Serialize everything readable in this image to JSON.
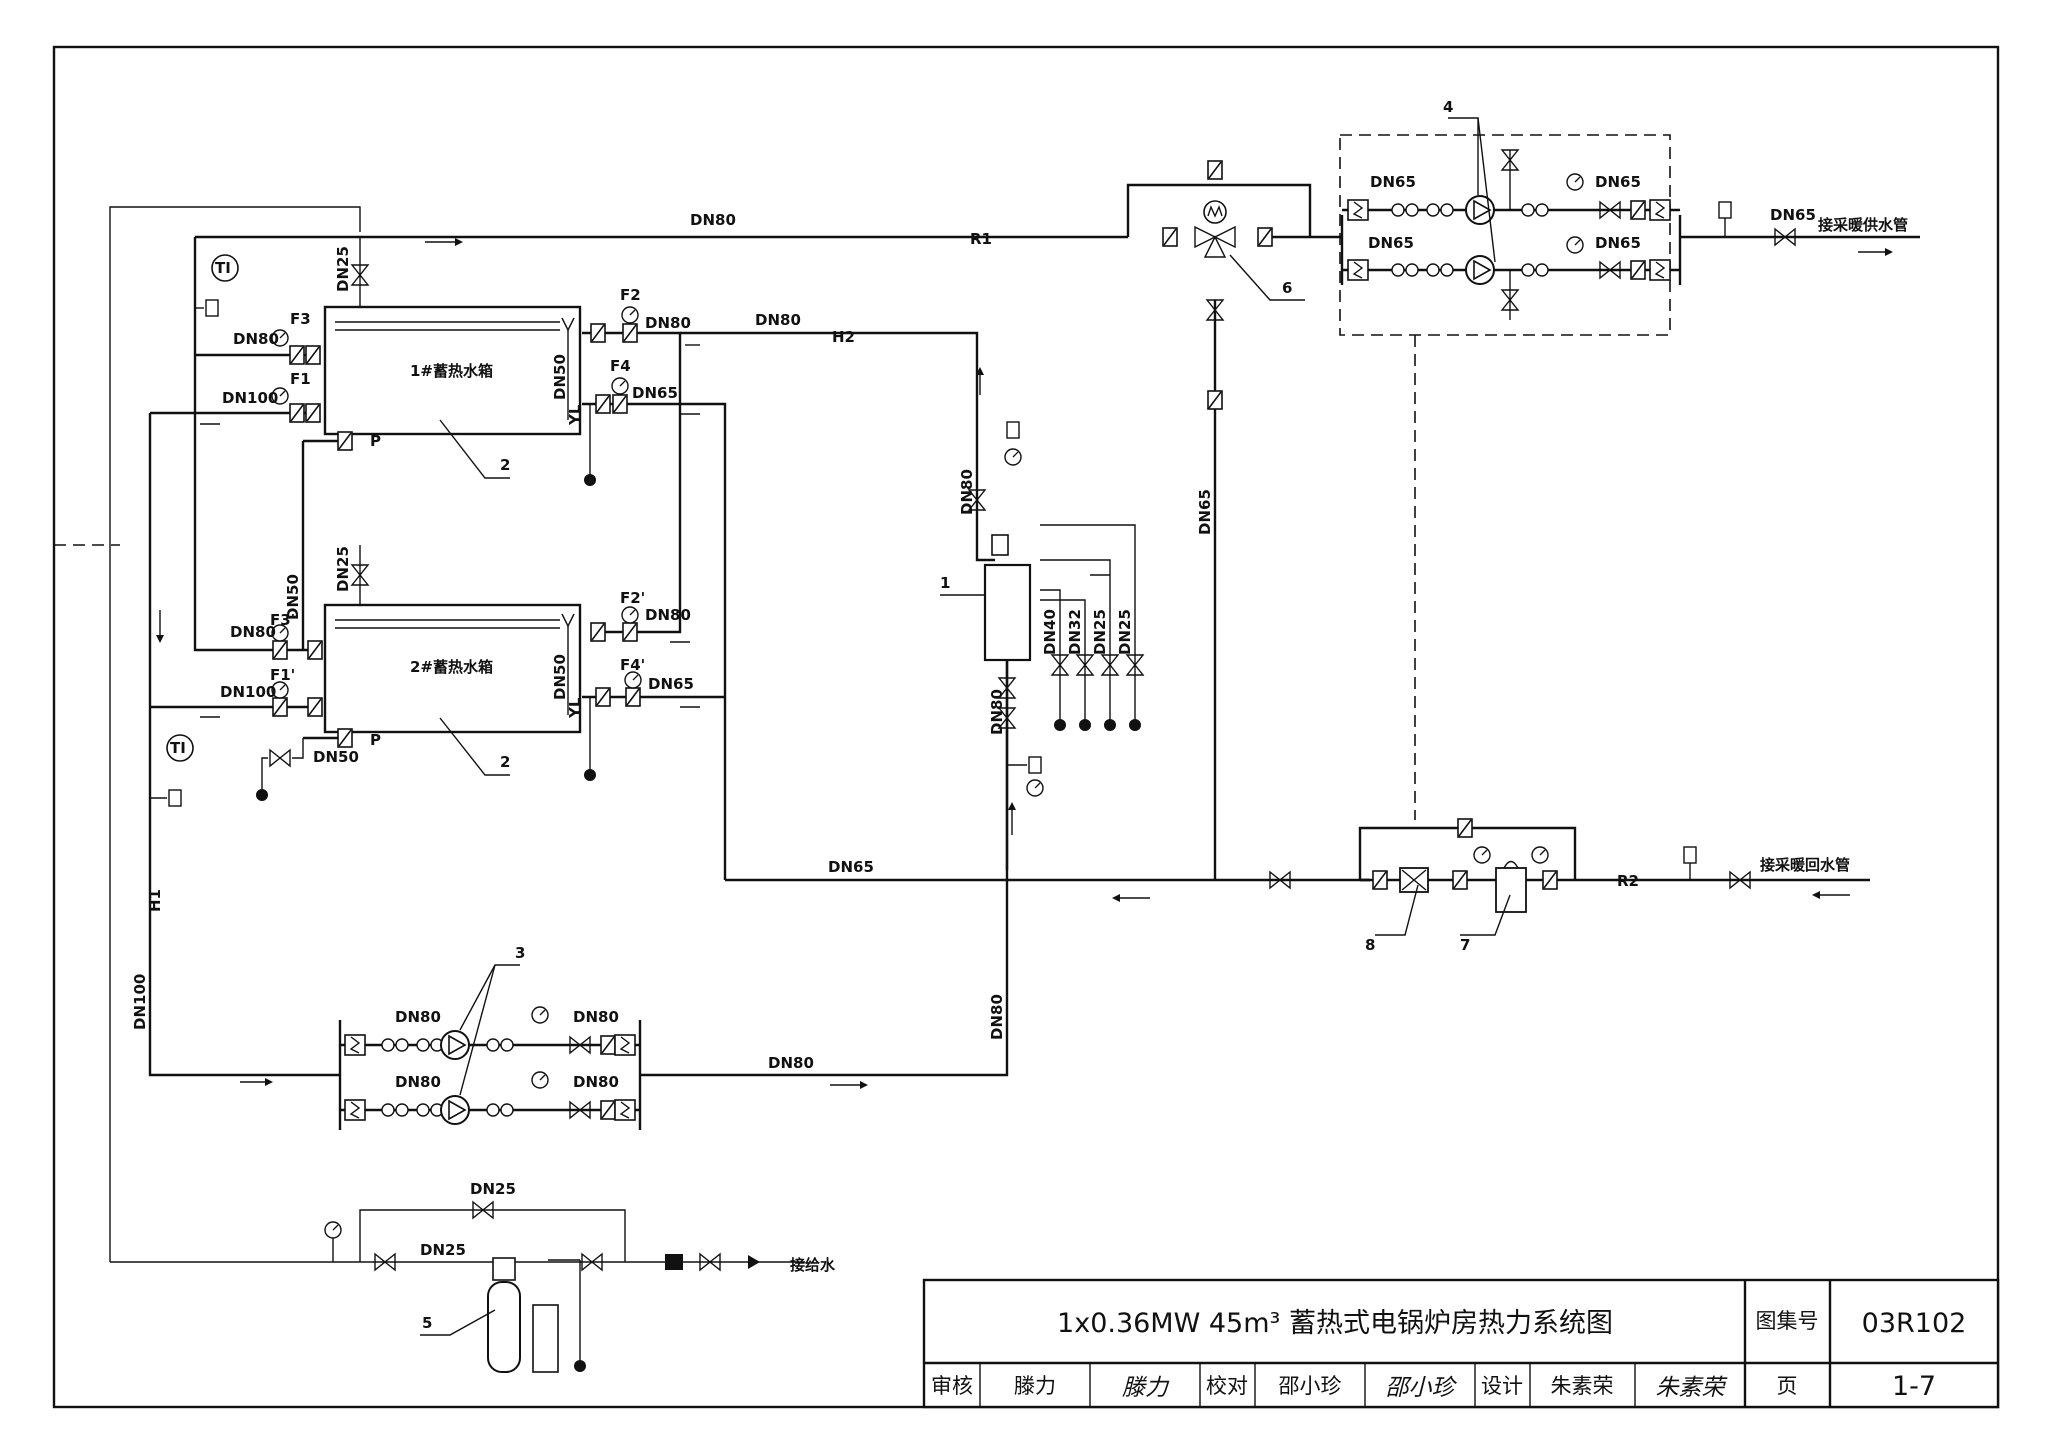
{
  "diagram": {
    "pipe_labels": {
      "r1": "R1",
      "r2": "R2",
      "h1": "H1",
      "h2": "H2",
      "p1": "P",
      "p2": "P",
      "f1": "F1",
      "f2": "F2",
      "f3": "F3",
      "f4": "F4",
      "f1p": "F1'",
      "f2p": "F2'",
      "f3p": "F3'",
      "f4p": "F4'",
      "yl1": "YL",
      "yl2": "YL",
      "ti1": "TI",
      "ti2": "TI"
    },
    "sizes": {
      "dn80": "DN80",
      "dn65": "DN65",
      "dn100": "DN100",
      "dn50": "DN50",
      "dn40": "DN40",
      "dn32": "DN32",
      "dn25": "DN25"
    },
    "tank1_label": "1#蓄热水箱",
    "tank2_label": "2#蓄热水箱",
    "callouts": [
      "1",
      "2",
      "2",
      "3",
      "4",
      "5",
      "6",
      "7",
      "8"
    ],
    "connections": {
      "supply": "接采暖供水管",
      "return": "接采暖回水管",
      "makeup": "接给水"
    }
  },
  "title_block": {
    "title": "1x0.36MW 45m³ 蓄热式电锅炉房热力系统图",
    "atlas_label": "图集号",
    "atlas_no": "03R102",
    "reviewer_label": "审核",
    "reviewer": "滕力",
    "reviewer_sig": "滕力",
    "checker_label": "校对",
    "checker": "邵小珍",
    "checker_sig": "邵小珍",
    "designer_label": "设计",
    "designer": "朱素荣",
    "designer_sig": "朱素荣",
    "page_label": "页",
    "page_no": "1-7"
  }
}
